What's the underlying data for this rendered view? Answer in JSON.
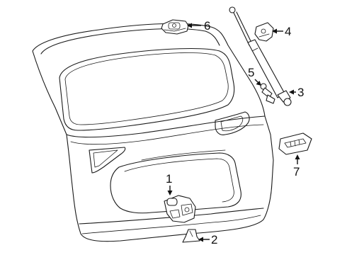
{
  "callouts": [
    {
      "id": "1",
      "label": "1"
    },
    {
      "id": "2",
      "label": "2"
    },
    {
      "id": "3",
      "label": "3"
    },
    {
      "id": "4",
      "label": "4"
    },
    {
      "id": "5",
      "label": "5"
    },
    {
      "id": "6",
      "label": "6"
    },
    {
      "id": "7",
      "label": "7"
    }
  ],
  "colors": {
    "line": "#1a1a1a",
    "background": "#ffffff"
  }
}
